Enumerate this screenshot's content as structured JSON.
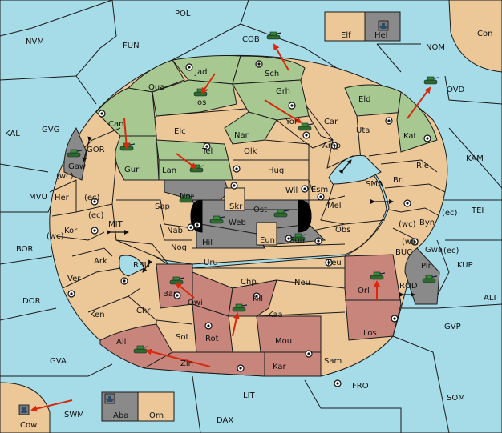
{
  "map": {
    "sea_labels": {
      "pol": "POL",
      "nvm": "NVM",
      "fun": "FUN",
      "cob": "COB",
      "nom": "NOM",
      "kal": "KAL",
      "gvg": "GVG",
      "gor": "GOR",
      "mvu": "MVU",
      "bor": "BOR",
      "mit": "MIT",
      "rbu": "RBU",
      "dor": "DOR",
      "gva": "GVA",
      "swm": "SWM",
      "dax": "DAX",
      "lit": "LIT",
      "fro": "FRO",
      "som": "SOM",
      "gvp": "GVP",
      "alt": "ALT",
      "kup": "KUP",
      "bug": "BUC",
      "rod": "ROD",
      "tei": "TEI",
      "kam": "KAM",
      "ovd": "OVD",
      "sma": "SMA"
    },
    "land_labels": {
      "elf": "Elf",
      "hel": "Hel",
      "con": "Con",
      "sch": "Sch",
      "jad": "Jad",
      "qua": "Qua",
      "jos": "Jos",
      "grh": "Grh",
      "eld": "Eld",
      "can": "Can",
      "elc": "Elc",
      "nar": "Nar",
      "yor": "Yor",
      "car": "Car",
      "uta": "Uta",
      "kat": "Kat",
      "gaw": "Gaw",
      "gur": "Gur",
      "tel": "Tel",
      "olk": "Olk",
      "amp": "Amp",
      "lan": "Lan",
      "hug": "Hug",
      "rie": "Rie",
      "bri": "Bri",
      "nor": "Nor",
      "wil": "Wil",
      "esm": "Esm",
      "her": "Her",
      "sap": "Sap",
      "skr": "Skr",
      "ost": "Ost",
      "mel": "Mel",
      "web": "Web",
      "byn": "Byn",
      "kor": "Kor",
      "nab": "Nab",
      "eun": "Eun",
      "sun": "Sun",
      "obs": "Obs",
      "gwa": "Gwa",
      "hil": "Hil",
      "nog": "Nog",
      "ark": "Ark",
      "pir": "Pir",
      "uru": "Uru",
      "feu": "Feu",
      "ver": "Ver",
      "chp": "Chp",
      "neu": "Neu",
      "orl": "Orl",
      "bar": "Bar",
      "qwi": "Qwi",
      "nil": "Nil",
      "ken": "Ken",
      "chr": "Chr",
      "kaa": "Kaa",
      "sot": "Sot",
      "rot": "Rot",
      "los": "Los",
      "ail": "Ail",
      "mou": "Mou",
      "zin": "Zin",
      "kar": "Kar",
      "sam": "Sam",
      "aba": "Aba",
      "orn": "Orn",
      "cow": "Cow"
    },
    "coast_labels": [
      "(wc)",
      "(ec)",
      "(ec)",
      "(wc)",
      "(wc)",
      "(ec)",
      "(wc)",
      "(ec)"
    ],
    "colors": {
      "sea": "#a6dbe8",
      "neutral": "#ecc899",
      "green_power": "#a7c891",
      "red_power": "#c8857c",
      "grey_power": "#8a8a8a",
      "order_arrow": "#d8290f"
    },
    "icons": [
      "tank-icon",
      "fleet-icon",
      "supply-center-icon",
      "move-arrow-icon"
    ]
  }
}
